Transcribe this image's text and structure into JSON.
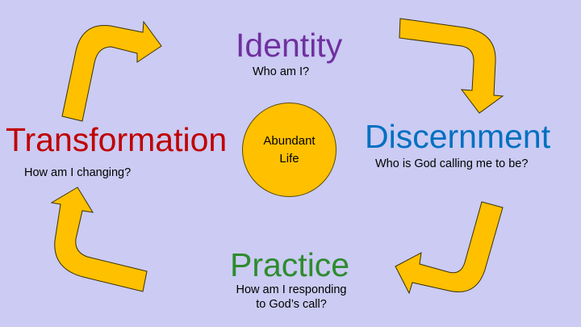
{
  "stages": {
    "identity": {
      "title": "Identity",
      "question": "Who am I?",
      "color": "#7030A0"
    },
    "discernment": {
      "title": "Discernment",
      "question": "Who is God calling me to be?",
      "color": "#0070C0"
    },
    "practice": {
      "title": "Practice",
      "question_line1": "How am I responding",
      "question_line2": "to God’s call?",
      "color": "#2E8B2E"
    },
    "transformation": {
      "title": "Transformation",
      "question": "How am I changing?",
      "color": "#C00000"
    }
  },
  "center": {
    "line1": "Abundant",
    "line2": "Life",
    "color": "#FFC000"
  },
  "arrow_color": "#FFC000",
  "background": "#CBCBF3"
}
